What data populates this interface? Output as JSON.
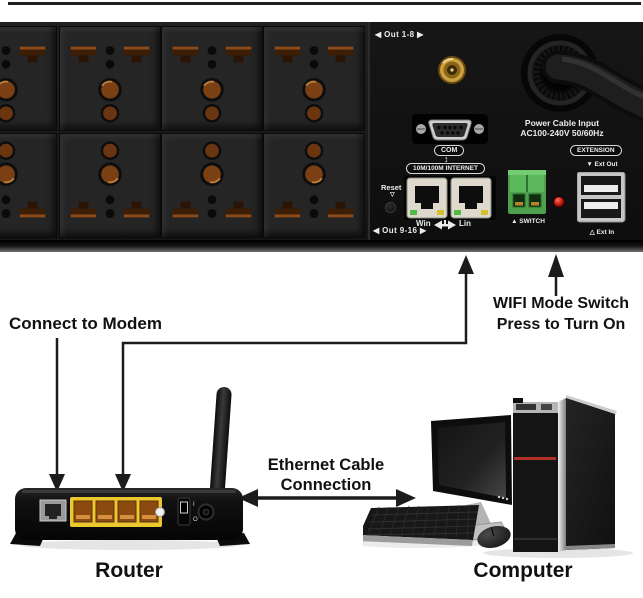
{
  "strip_panel": {
    "out_top": "◀ Out 1-8 ▶",
    "out_bottom": "◀ Out 9-16 ▶",
    "com": "COM",
    "com_updown": "↕",
    "internet": "10M/100M  INTERNET",
    "reset": "Reset",
    "reset_pointer": "▽",
    "win": "Win",
    "lin": "Lin",
    "power_line1": "Power Cable Input",
    "power_line2": "AC100-240V 50/60Hz",
    "switch": "▲ SWITCH",
    "extension": "EXTENSION",
    "ext_out": "▼ Ext Out",
    "ext_in": "△ Ext In"
  },
  "annotations": {
    "connect_modem": "Connect to Modem",
    "wifi_line1": "WIFI Mode Switch",
    "wifi_line2": "Press to Turn On",
    "eth_line1": "Ethernet Cable",
    "eth_line2": "Connection",
    "router": "Router",
    "computer": "Computer"
  },
  "colors": {
    "strip_body": "#1a1a1a",
    "label_white": "#ececec",
    "antenna_gold": "#c9a243",
    "terminal_green": "#58b558",
    "wifi_led_red": "#c51c10",
    "lan_port_yellow": "#ecc82f",
    "annotation_ink": "#1c1c1c"
  }
}
